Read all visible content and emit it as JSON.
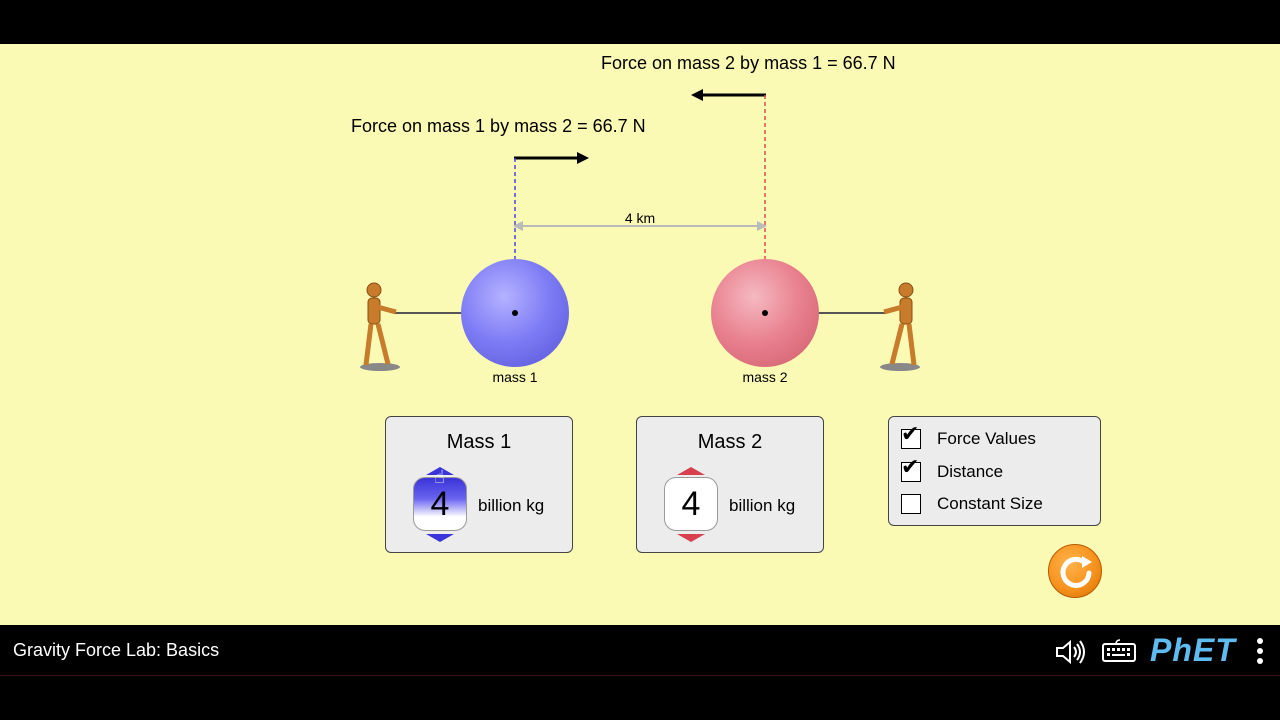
{
  "forces": {
    "on_mass_2": "Force on mass 2 by mass 1 = 66.7 N",
    "on_mass_1": "Force on mass 1 by mass 2 = 66.7 N"
  },
  "distance_label": "4 km",
  "masses": [
    {
      "label": "mass 1",
      "color": "#7e7cf5"
    },
    {
      "label": "mass 2",
      "color": "#e9818f"
    }
  ],
  "panels": {
    "mass1": {
      "title": "Mass 1",
      "value": "4",
      "unit": "billion kg"
    },
    "mass2": {
      "title": "Mass 2",
      "value": "4",
      "unit": "billion kg"
    }
  },
  "options": {
    "items": [
      {
        "label": "Force Values",
        "checked": true
      },
      {
        "label": "Distance",
        "checked": true
      },
      {
        "label": "Constant Size",
        "checked": false
      }
    ]
  },
  "nav": {
    "title": "Gravity Force Lab: Basics",
    "logo": "PhET"
  },
  "colors": {
    "background": "#fafab5",
    "reset": "#f7931e",
    "phet_blue": "#5fbcf0"
  },
  "icons": [
    "refresh-icon",
    "speaker-icon",
    "keyboard-icon",
    "more-vertical-icon"
  ]
}
